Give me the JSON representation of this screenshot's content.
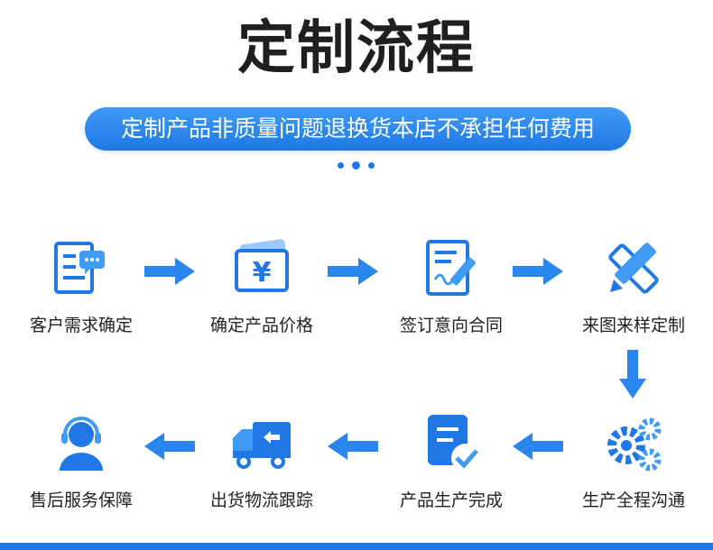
{
  "title": "定制流程",
  "banner": "定制产品非质量问题退换货本店不承担任何费用",
  "colors": {
    "accent": "#1f78e6",
    "accent_light": "#3f9bf4",
    "text": "#222222"
  },
  "steps_row1": [
    {
      "label": "客户需求确定",
      "icon": "requirements-document-icon"
    },
    {
      "label": "确定产品价格",
      "icon": "yuan-price-icon"
    },
    {
      "label": "签订意向合同",
      "icon": "contract-sign-icon"
    },
    {
      "label": "来图来样定制",
      "icon": "pencil-ruler-icon"
    }
  ],
  "steps_row2": [
    {
      "label": "生产全程沟通",
      "icon": "gears-icon"
    },
    {
      "label": "产品生产完成",
      "icon": "completed-document-icon"
    },
    {
      "label": "出货物流跟踪",
      "icon": "delivery-truck-icon"
    },
    {
      "label": "售后服务保障",
      "icon": "customer-service-icon"
    }
  ],
  "price_symbol": "¥"
}
